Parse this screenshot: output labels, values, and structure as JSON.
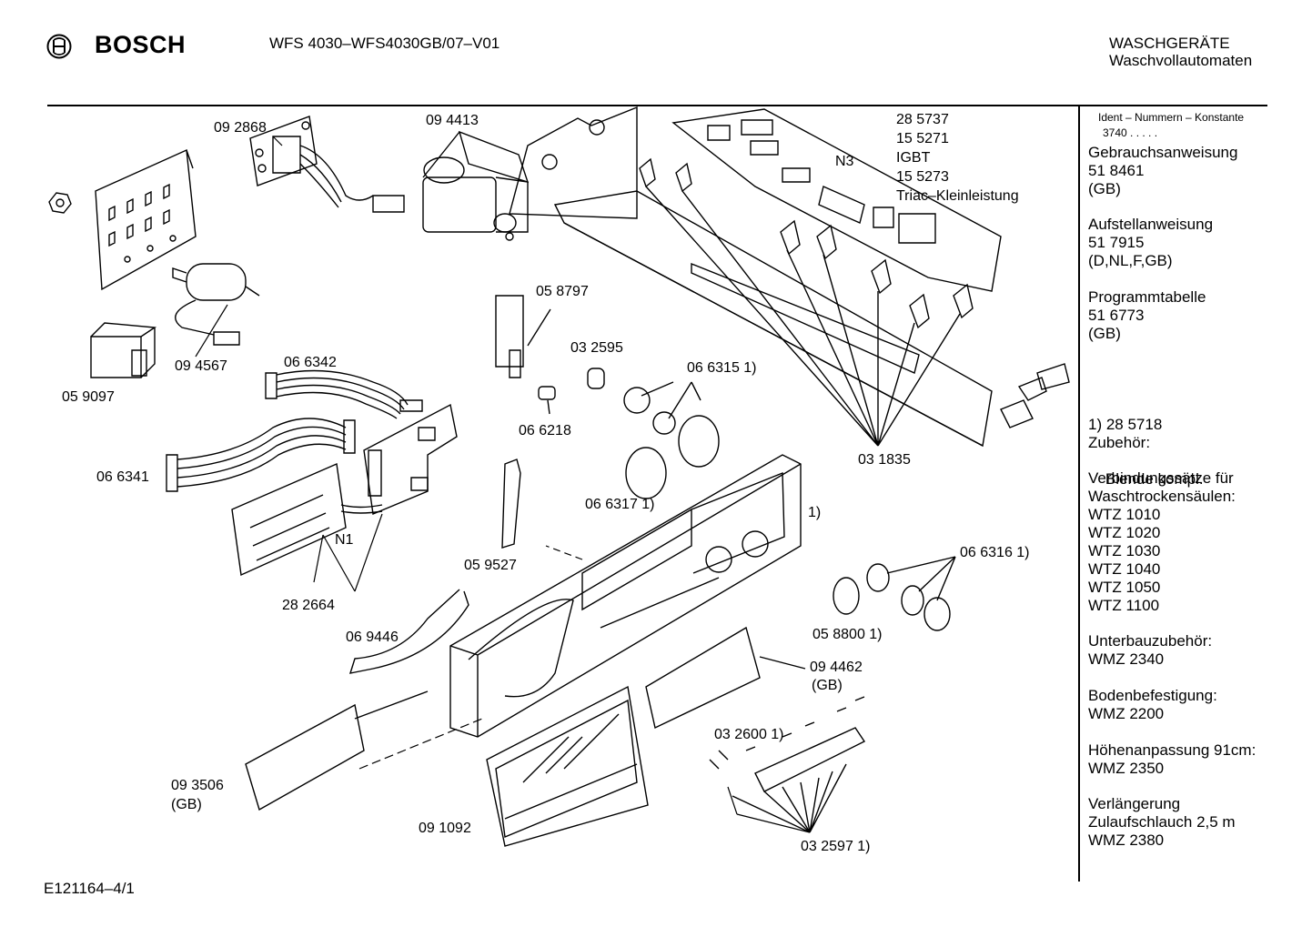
{
  "header": {
    "brand": "BOSCH",
    "model_line": "WFS 4030–WFS4030GB/07–V01",
    "category_line1": "WASCHGERÄTE",
    "category_line2": "Waschvollautomaten"
  },
  "sidebar": {
    "ident_title": "Ident – Nummern – Konstante",
    "ident_value": "3740  .  .  .  .  .",
    "blocks": [
      {
        "lines": [
          "Gebrauchsanweisung",
          "51 8461",
          "(GB)"
        ]
      },
      {
        "lines": [
          "Aufstellanweisung",
          "51 7915",
          "(D,NL,F,GB)"
        ]
      },
      {
        "lines": [
          "Programmtabelle",
          "51 6773",
          "(GB)"
        ]
      },
      {
        "lines": [
          "1) 28 5718",
          "    Blende kompl."
        ]
      },
      {
        "lines": [
          "Zubehör:"
        ]
      },
      {
        "lines": [
          "Verbindungssätze für",
          "Waschtrockensäulen:",
          "WTZ 1010",
          "WTZ 1020",
          "WTZ 1030",
          "WTZ 1040",
          "WTZ 1050",
          "WTZ 1100"
        ]
      },
      {
        "lines": [
          "Unterbauzubehör:",
          "WMZ 2340"
        ]
      },
      {
        "lines": [
          "Bodenbefestigung:",
          "WMZ 2200"
        ]
      },
      {
        "lines": [
          "Höhenanpassung  91cm:",
          "WMZ 2350"
        ]
      },
      {
        "lines": [
          "Verlängerung",
          "Zulaufschlauch 2,5 m",
          "WMZ 2380"
        ]
      }
    ]
  },
  "diagram": {
    "part_labels": [
      "09 2868",
      "09 4413",
      "28 5737",
      "15 5271",
      "IGBT",
      "15 5273",
      "Triac–Kleinleistung",
      "N3",
      "09 4567",
      "05 9097",
      "06 6342",
      "05 8797",
      "03 2595",
      "06 6315 1)",
      "06 6218",
      "06 6341",
      "N1",
      "03 1835",
      "06 6317 1)",
      "1)",
      "05 9527",
      "06 6316 1)",
      "28 2664",
      "05 8800 1)",
      "06 9446",
      "09 4462",
      "(GB)",
      "03 2600 1)",
      "09 3506",
      "(GB)",
      "09 1092",
      "03 2597 1)"
    ]
  },
  "footer": {
    "drawing_id": "E121164–4/1"
  }
}
